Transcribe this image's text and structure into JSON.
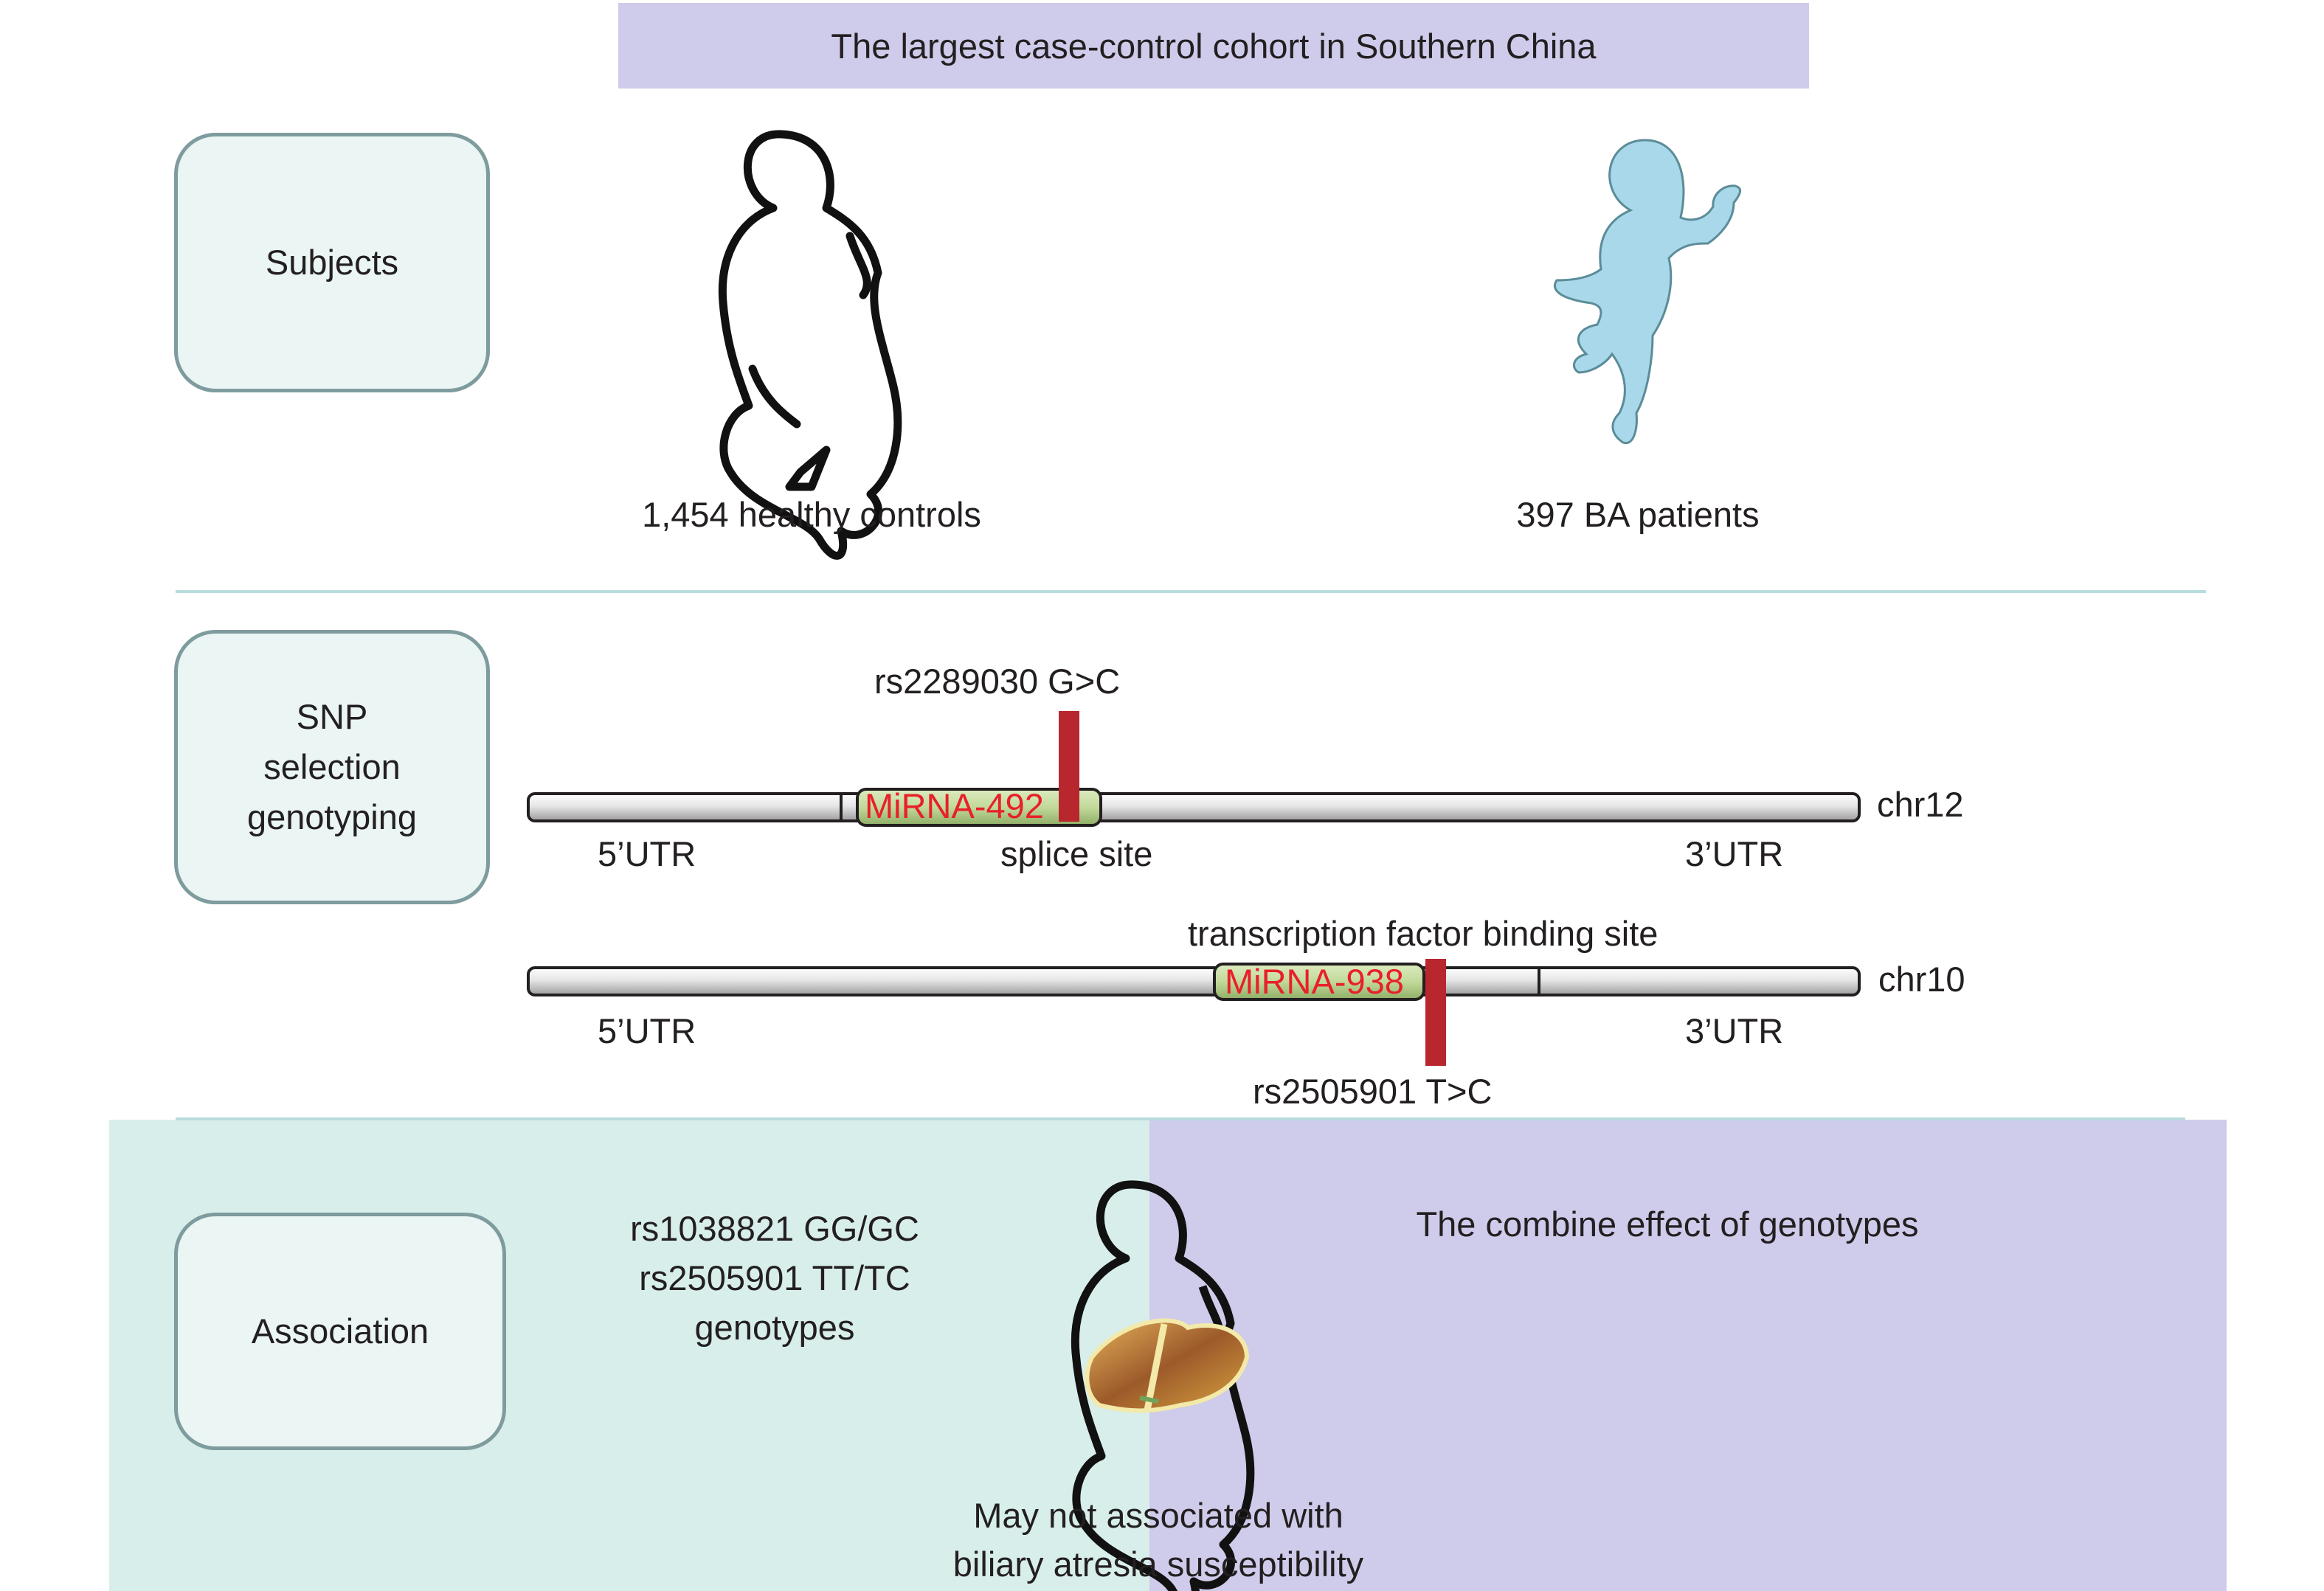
{
  "header": {
    "title": "The largest case-control cohort in Southern China"
  },
  "stages": {
    "subjects": "Subjects",
    "snp": "SNP\nselection\ngenotyping",
    "association": "Association"
  },
  "subjects": {
    "controls": "1,454 healthy controls",
    "patients": "397 BA patients"
  },
  "genes": [
    {
      "chromosome": "chr12",
      "mirna": "MiRNA-492",
      "snp": "rs2289030 G>C",
      "site": "splice site",
      "utr5": "5’UTR",
      "utr3": "3’UTR"
    },
    {
      "chromosome": "chr10",
      "mirna": "MiRNA-938",
      "snp": "rs2505901 T>C",
      "site": "transcription factor binding site",
      "utr5": "5’UTR",
      "utr3": "3’UTR"
    }
  ],
  "association": {
    "genotypes": [
      "rs1038821 GG/GC",
      "rs2505901 TT/TC",
      "genotypes"
    ],
    "combined": "The combine effect of  genotypes",
    "conclusion": [
      "May not associated with",
      "biliary atresia susceptibility"
    ]
  },
  "colors": {
    "title_band": "#cfcbea",
    "stage_box_fill": "#eaf5f4",
    "stage_box_border": "#7e9c9d",
    "patient_silhouette": "#a8d8ea",
    "snp_marker": "#b8262e",
    "mirna_fill": "#c2d99a",
    "mirna_text": "#e8202a",
    "panel_left": "#d8eeeb",
    "panel_right": "#cfcbea"
  },
  "icons": {
    "control": "infant-outline-icon",
    "patient": "infant-silhouette-icon",
    "liver": "infant-liver-icon"
  }
}
